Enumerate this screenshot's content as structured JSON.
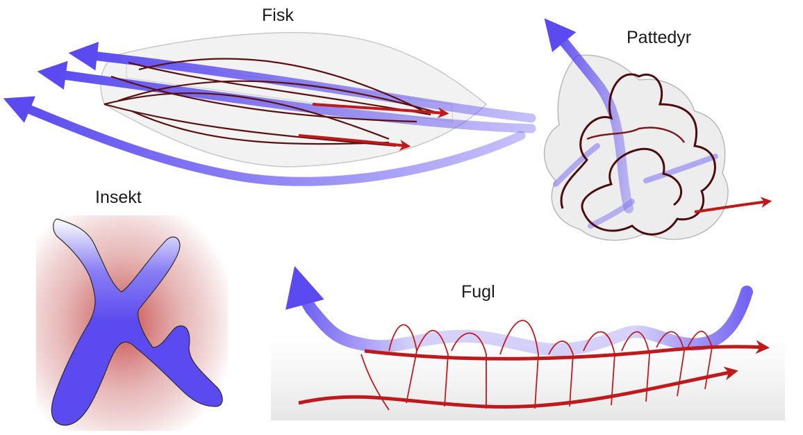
{
  "panels": {
    "fish": {
      "title": "Fisk"
    },
    "mammal": {
      "title": "Pattedyr"
    },
    "insect": {
      "title": "Insekt"
    },
    "bird": {
      "title": "Fugl"
    }
  },
  "colors": {
    "air_flow": "#5a4af0",
    "blood_flow": "#c0191c",
    "vessel": "#5a1010",
    "insect_background": "#c84a4a"
  }
}
